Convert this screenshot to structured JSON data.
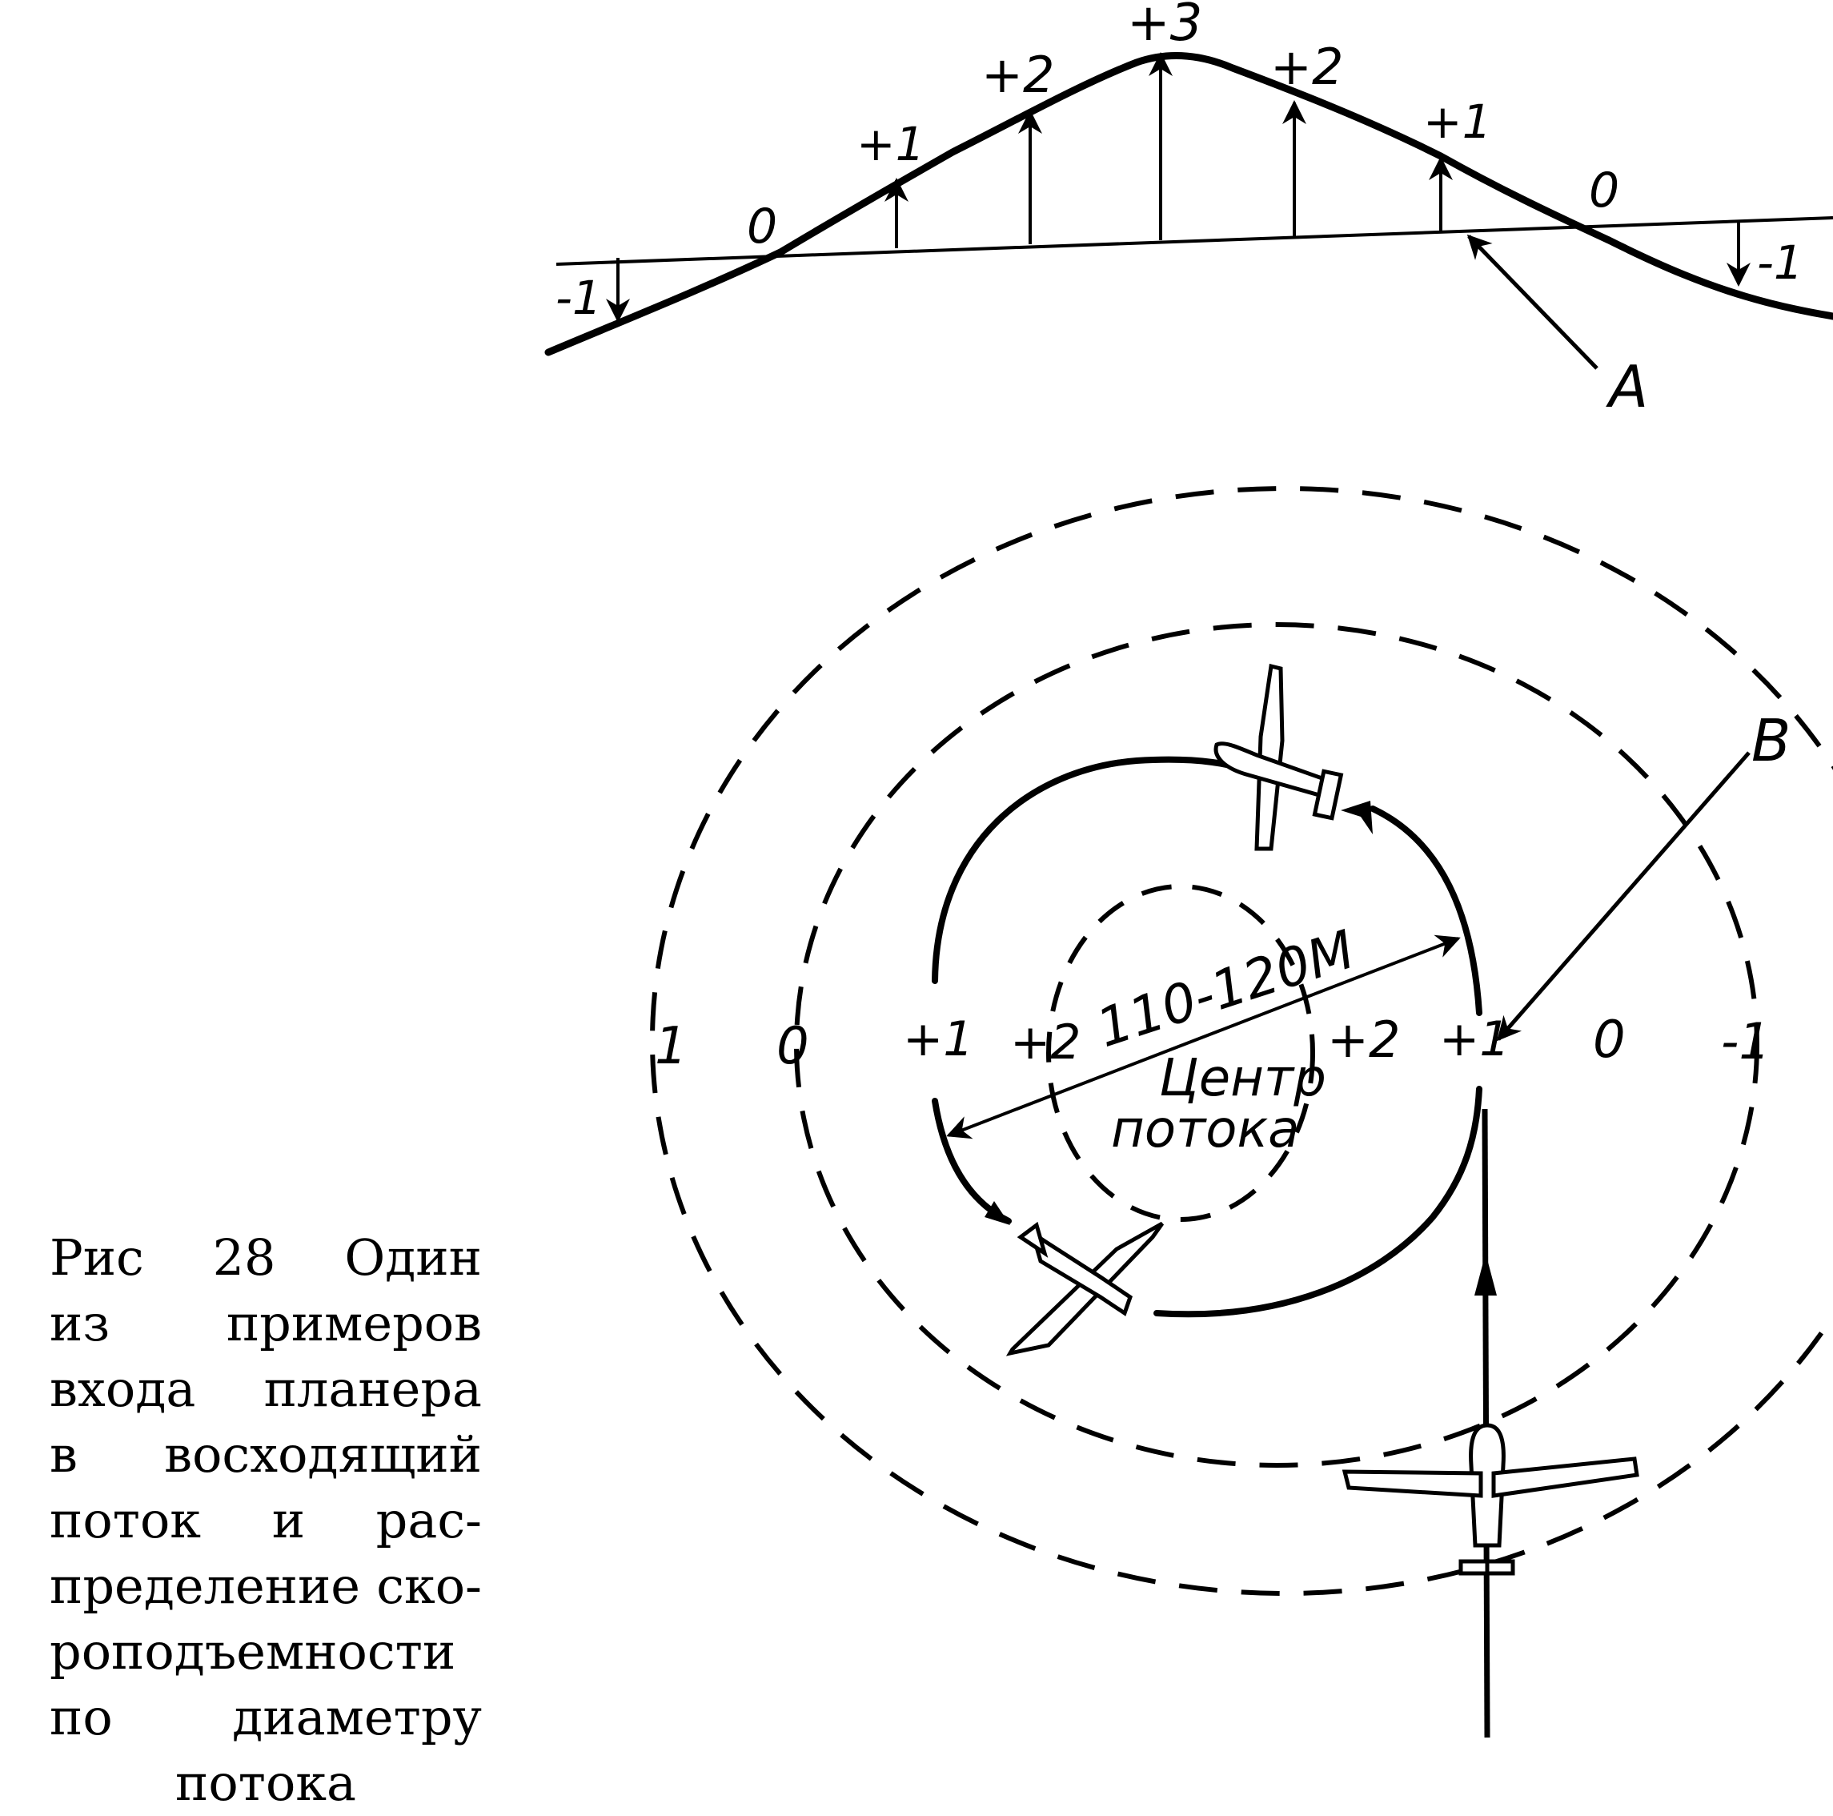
{
  "profile": {
    "labels": [
      "-1",
      "0",
      "+1",
      "+2",
      "+3",
      "+2",
      "+1",
      "0",
      "-1"
    ],
    "pointer_label": "A"
  },
  "plan": {
    "ring_labels": [
      "1",
      "0",
      "+1",
      "+2",
      "+2",
      "+1",
      "0",
      "-1"
    ],
    "diameter_label": "110-120М",
    "center_label_1": "Центр",
    "center_label_2": "потока",
    "pointer_label": "В"
  },
  "caption": {
    "lines": [
      "Рис 28 Один",
      "из примеров",
      "входа планера",
      "в восходящий",
      "поток и рас-",
      "пределение ско-",
      "роподъемности",
      "по диаметру",
      "потока"
    ]
  }
}
